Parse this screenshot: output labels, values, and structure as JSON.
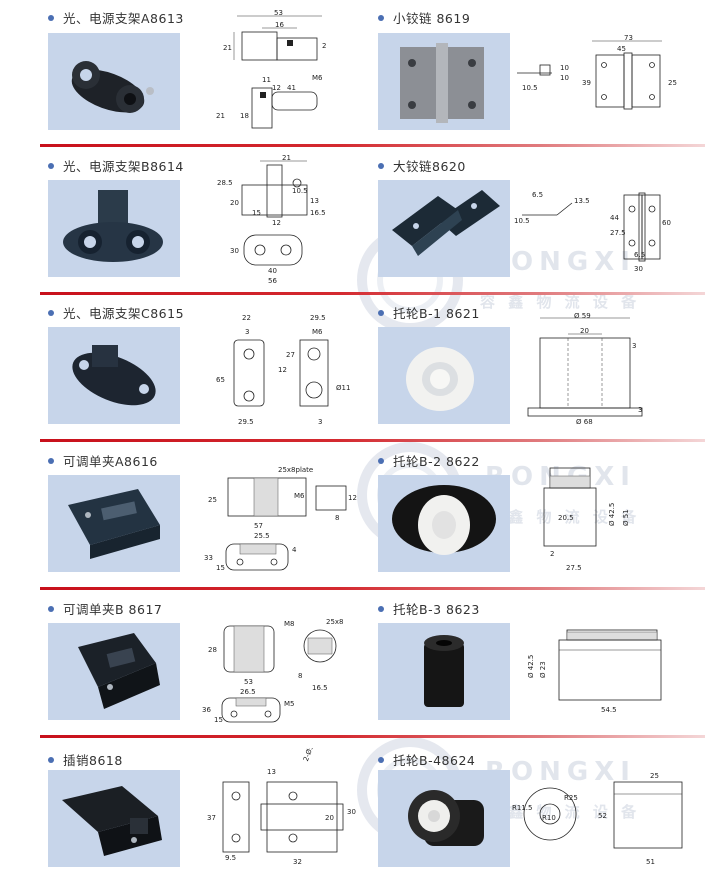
{
  "products": [
    {
      "id": "p1",
      "name": "光、电源支架A8613"
    },
    {
      "id": "p2",
      "name": "小铰链 8619"
    },
    {
      "id": "p3",
      "name": "光、电源支架B8614"
    },
    {
      "id": "p4",
      "name": "大铰链8620"
    },
    {
      "id": "p5",
      "name": "光、电源支架C8615"
    },
    {
      "id": "p6",
      "name": "托轮B-1 8621"
    },
    {
      "id": "p7",
      "name": "可调单夹A8616"
    },
    {
      "id": "p8",
      "name": "托轮B-2 8622"
    },
    {
      "id": "p9",
      "name": "可调单夹B 8617"
    },
    {
      "id": "p10",
      "name": "托轮B-3 8623"
    },
    {
      "id": "p11",
      "name": "插销8618"
    },
    {
      "id": "p12",
      "name": "托轮B-48624"
    }
  ],
  "watermark": {
    "brand": "RONGXI",
    "slogan": "容  鑫  物  流  设  备"
  },
  "dims": {
    "d1": [
      "53",
      "16",
      "21",
      "2",
      "11",
      "M6",
      "21",
      "18",
      "12",
      "41"
    ],
    "d2": [
      "73",
      "45",
      "39",
      "25",
      "10",
      "10",
      "10.5"
    ],
    "d3": [
      "21",
      "28.5",
      "10.5",
      "20",
      "13",
      "15",
      "16.5",
      "40",
      "56",
      "30",
      "12"
    ],
    "d4": [
      "6.5",
      "10.5",
      "13.5",
      "27.5",
      "44",
      "60",
      "30",
      "6.5"
    ],
    "d5": [
      "22",
      "3",
      "29.5",
      "M6",
      "27",
      "12",
      "65",
      "29.5",
      "Ø11",
      "3"
    ],
    "d6": [
      "Ø 59",
      "20",
      "3",
      "3",
      "Ø 68"
    ],
    "d7": [
      "25x8plate",
      "25",
      "M6",
      "12",
      "57",
      "25.5",
      "33",
      "15",
      "4",
      "8"
    ],
    "d8": [
      "20.5",
      "Ø 42.5",
      "Ø 51",
      "2",
      "27.5"
    ],
    "d9": [
      "M8",
      "25x8",
      "28",
      "53",
      "26.5",
      "M5",
      "36",
      "15",
      "16.5",
      "8"
    ],
    "d10": [
      "Ø 42.5",
      "Ø 23",
      "54.5"
    ],
    "d11": [
      "2-Ø5",
      "13",
      "37",
      "30",
      "20",
      "9.5",
      "32"
    ],
    "d12": [
      "R11.5",
      "R25",
      "R10",
      "25",
      "52",
      "51"
    ]
  },
  "colors": {
    "accent": "#c8101b",
    "bullet": "#4b6fb3",
    "photo_bg": "#c7d5ea"
  }
}
